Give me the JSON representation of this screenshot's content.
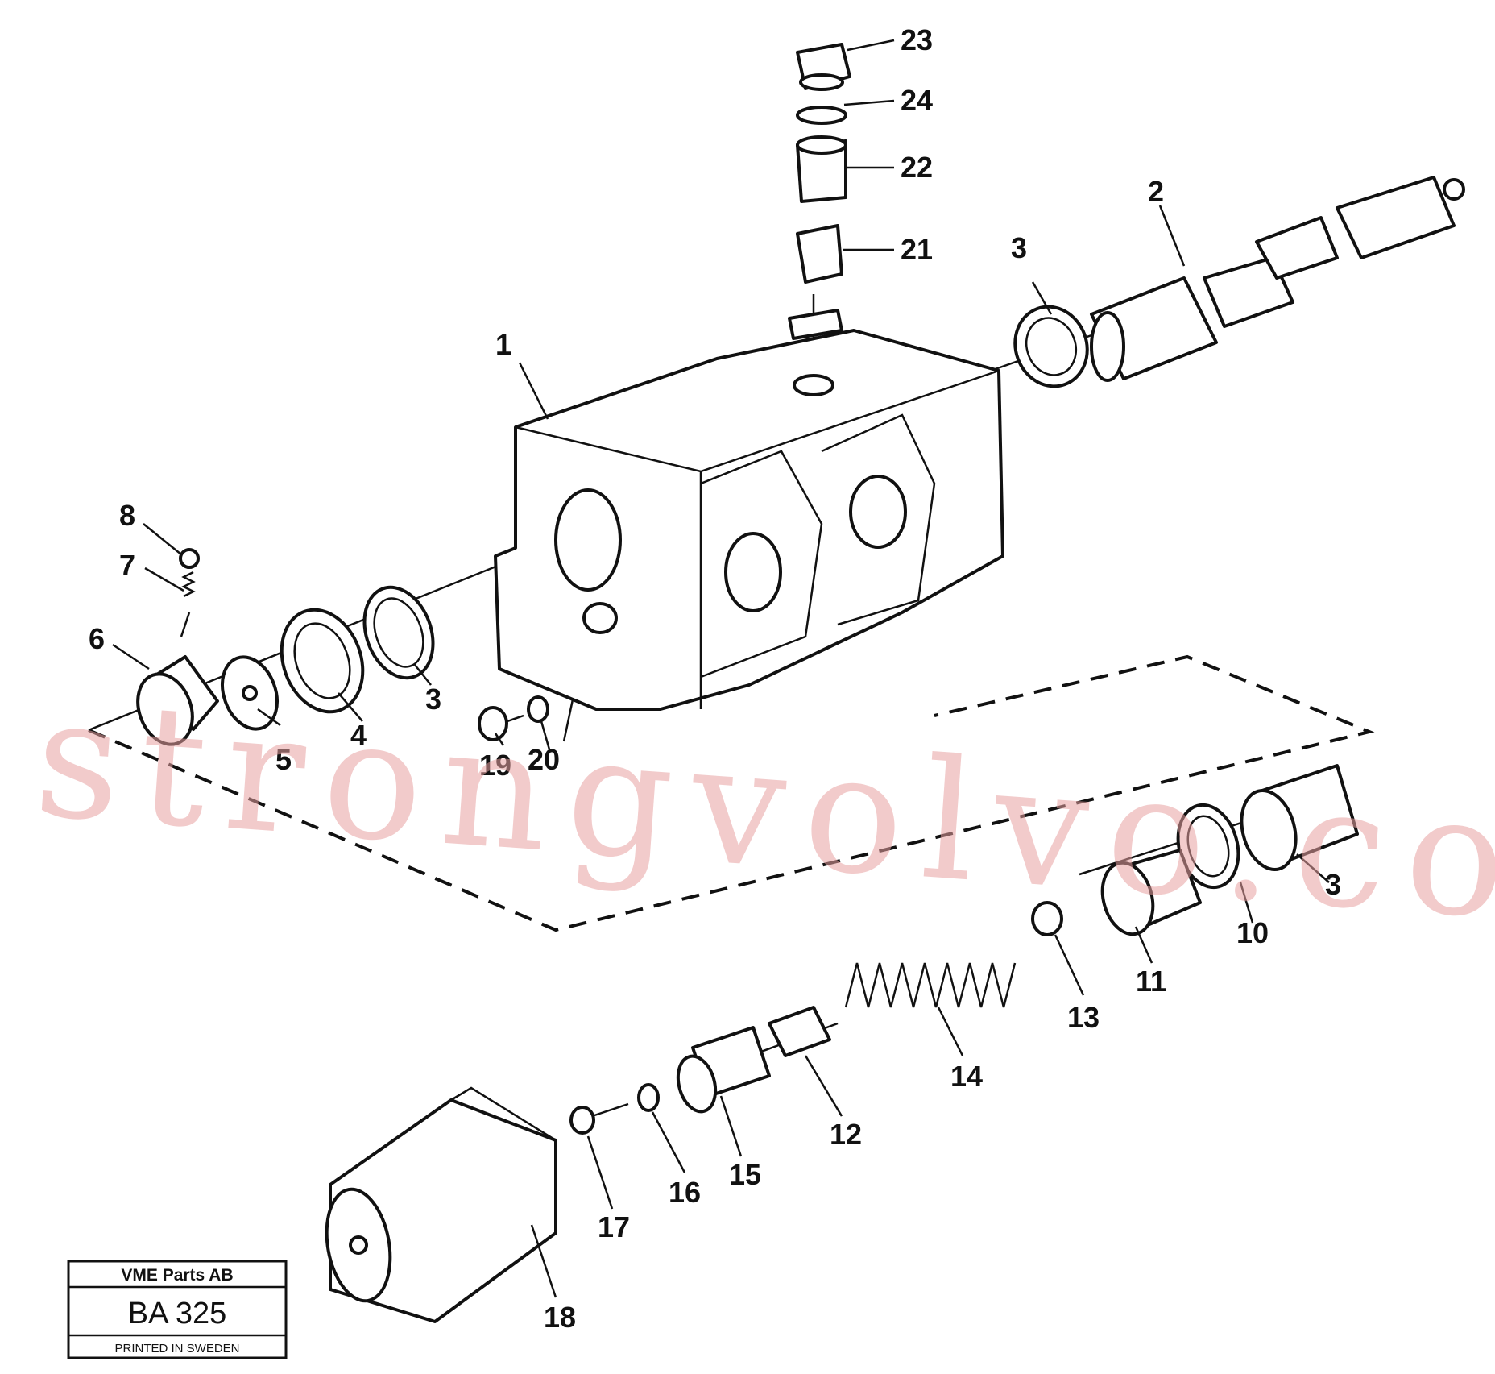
{
  "parts": [
    "1",
    "2",
    "3",
    "3",
    "3",
    "4",
    "5",
    "6",
    "7",
    "8",
    "10",
    "11",
    "12",
    "13",
    "14",
    "15",
    "16",
    "17",
    "18",
    "19",
    "20",
    "21",
    "22",
    "23",
    "24"
  ],
  "stamp": {
    "company": "VME Parts AB",
    "code": "BA 325",
    "footer": "PRINTED IN SWEDEN"
  },
  "watermark": "strongvolvo.com"
}
